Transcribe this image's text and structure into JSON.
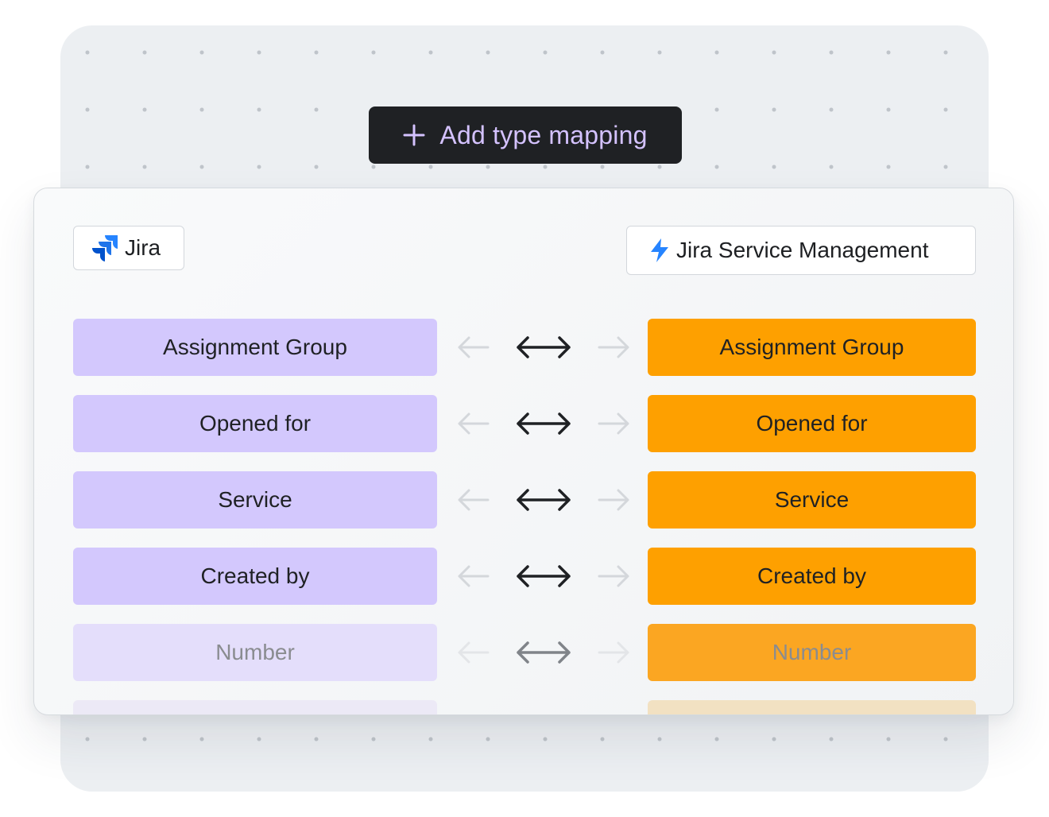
{
  "add_button": {
    "label": "Add type mapping",
    "icon": "plus-icon"
  },
  "source": {
    "name": "Jira",
    "icon": "jira-logo"
  },
  "target": {
    "name": "Jira Service Management",
    "icon": "lightning-bolt-icon"
  },
  "mappings": [
    {
      "left": "Assignment Group",
      "right": "Assignment Group"
    },
    {
      "left": "Opened for",
      "right": "Opened for"
    },
    {
      "left": "Service",
      "right": "Service"
    },
    {
      "left": "Created by",
      "right": "Created by"
    },
    {
      "left": "Number",
      "right": "Number"
    },
    {
      "left": "",
      "right": ""
    }
  ],
  "colors": {
    "button_bg": "#1f2124",
    "button_text": "#d4c2ff",
    "left_box": "#d3c8fd",
    "right_box": "#fea000",
    "jira_blue": "#2684ff"
  }
}
